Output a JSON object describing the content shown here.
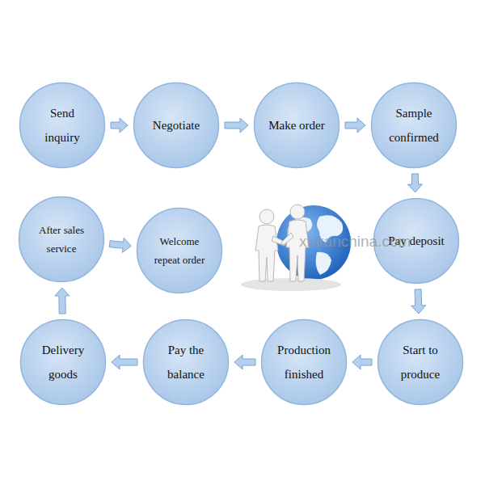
{
  "diagram": {
    "nodes": [
      {
        "text": [
          "Send inquiry"
        ]
      },
      {
        "text": [
          "Negotiate"
        ]
      },
      {
        "text": [
          "Make order"
        ]
      },
      {
        "text": [
          "Sample confirmed"
        ]
      },
      {
        "text": [
          "Pay deposit"
        ]
      },
      {
        "text": [
          "Start to produce"
        ]
      },
      {
        "text": [
          "Production finished"
        ]
      },
      {
        "text": [
          "Pay the balance"
        ]
      },
      {
        "text": [
          "Delivery goods"
        ]
      },
      {
        "text": [
          "After sales service"
        ]
      },
      {
        "text": [
          "Welcome repeat order"
        ]
      }
    ],
    "edges": [
      {
        "from": 0,
        "to": 1,
        "arrow": "to"
      },
      {
        "from": 1,
        "to": 2,
        "arrow": "to"
      },
      {
        "from": 2,
        "to": 3,
        "arrow": "to"
      },
      {
        "from": 3,
        "to": 4,
        "arrow": "to"
      },
      {
        "from": 4,
        "to": 5,
        "arrow": "to"
      },
      {
        "from": 5,
        "to": 6,
        "arrow": "to"
      },
      {
        "from": 6,
        "to": 7,
        "arrow": "to"
      },
      {
        "from": 7,
        "to": 8,
        "arrow": "to"
      },
      {
        "from": 8,
        "to": 9,
        "arrow": "to"
      },
      {
        "from": 9,
        "to": 10,
        "arrow": "to"
      }
    ],
    "labels": [
      "xinranchina.com"
    ]
  }
}
